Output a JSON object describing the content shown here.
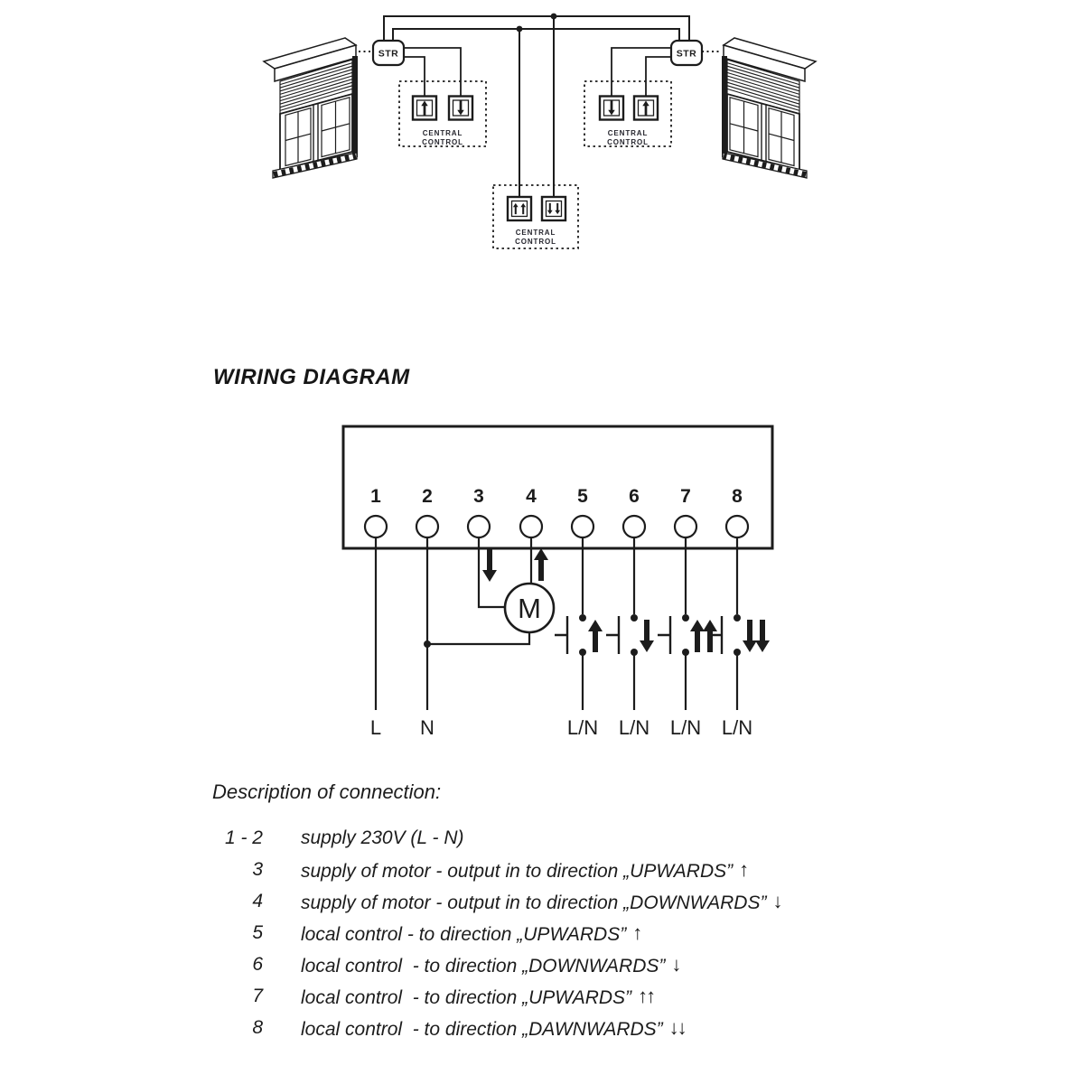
{
  "colors": {
    "ink": "#1c1c1c",
    "background": "#ffffff"
  },
  "top_illustration": {
    "str_label": "STR",
    "central_control_line1": "CENTRAL",
    "central_control_line2": "CONTROL"
  },
  "wiring": {
    "title": "WIRING DIAGRAM",
    "terminals": [
      "1",
      "2",
      "3",
      "4",
      "5",
      "6",
      "7",
      "8"
    ],
    "motor_label": "M",
    "bottom_labels": [
      "L",
      "N",
      "L/N",
      "L/N",
      "L/N",
      "L/N"
    ]
  },
  "description": {
    "heading": "Description of connection:",
    "rows": [
      {
        "num": "1 - 2",
        "text": "supply 230V (L - N)",
        "arrows": ""
      },
      {
        "num": "3",
        "text": "supply of motor - output in to direction „UPWARDS”",
        "arrows": "↑"
      },
      {
        "num": "4",
        "text": "supply of motor - output in to direction „DOWNWARDS”",
        "arrows": "↓"
      },
      {
        "num": "5",
        "text": "local control - to direction „UPWARDS”",
        "arrows": "↑"
      },
      {
        "num": "6",
        "text": "local control  - to direction „DOWNWARDS”",
        "arrows": "↓"
      },
      {
        "num": "7",
        "text": "local control  - to direction „UPWARDS”",
        "arrows": "↑↑"
      },
      {
        "num": "8",
        "text": "local control  - to direction „DAWNWARDS”",
        "arrows": "↓↓"
      }
    ]
  }
}
